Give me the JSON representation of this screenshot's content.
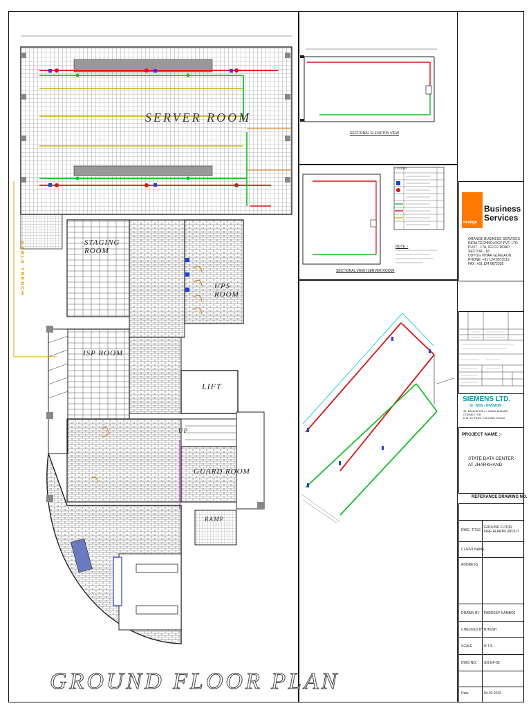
{
  "main_plan": {
    "title": "GROUND FLOOR PLAN",
    "rooms": {
      "server_room": "SERVER ROOM",
      "staging_room": "STAGING ROOM",
      "isp_room": "ISP ROOM",
      "lift": "LIFT",
      "ups_room": "UPS ROOM",
      "ramp": "RAMP",
      "guard_room": "GUARD ROOM"
    },
    "up_label": "UP",
    "side_label": "CABLE TRENCH"
  },
  "views": {
    "sectional_elevation_1": "SECTIONAL ELEVATION VIEW",
    "sectional_elevation_2": "SECTIONAL VIEW (SERVER ROOM)",
    "legend_heading": "LEGEND",
    "notes_heading": "NOTE :-"
  },
  "client": {
    "brand_word": "orange",
    "name_line1": "Business",
    "name_line2": "Services",
    "address": [
      "ORANGE BUSINESS SERVICES",
      "INDIA TECHNOLOGY PVT. LTD.",
      "PLOT - 17A, IFFCO ROAD, SECTOR - 18",
      "UDYOG VIHAR GURGAON",
      "PHONE: +91 124 6672519",
      "FAX:    +91 124 6672528"
    ]
  },
  "contractor": {
    "name": "SIEMENS LTD.",
    "division": "SI - BSS - DIVISION",
    "address": [
      "43, BANKIM PALLI, RANIA MANARI CONNECTOR",
      "B.M. BY PASS, KOLKATA 700042"
    ]
  },
  "title_block": {
    "project_label": "PROJECT NAME :-",
    "project_name": [
      "STATE DATA CENTER",
      "AT JHARKHAND"
    ],
    "reference_label": "REFERANCE DRAWING NO.",
    "dwg_title_label": "DWG. TITLE",
    "dwg_title_value": [
      "GROUND FLOOR",
      "FIRE ALARM LAYOUT"
    ],
    "client_name_label": "CLIENT NAME",
    "address_label": "ADDRESS",
    "rows": [
      {
        "label": "DRAWN BY",
        "value": "PARDEEP KAMBOJ"
      },
      {
        "label": "CHECKED BY",
        "value": "RITESH"
      },
      {
        "label": "SCALE",
        "value": "N.T.S."
      },
      {
        "label": "DWG NO.",
        "value": "SN-GF-05"
      },
      {
        "label": "Date",
        "value": "04.02.2015"
      }
    ]
  },
  "colors": {
    "red_pipe": "#e01010",
    "green_pipe": "#10c020",
    "yellow_pipe": "#c8b400",
    "orange_brand": "#ff7900",
    "siemens_teal": "#0a9aa8",
    "cyan_line": "#30d0e0"
  }
}
